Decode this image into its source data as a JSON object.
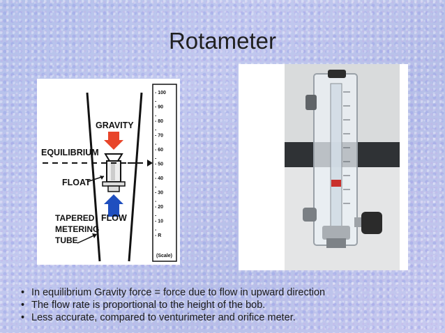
{
  "slide": {
    "title": "Rotameter",
    "bullets": [
      "In equilibrium Gravity force = force due to flow in upward direction",
      "The flow rate is proportional to the height of the bob.",
      "Less accurate, compared to venturimeter and orifice meter."
    ]
  },
  "diagram": {
    "labels": {
      "gravity": "GRAVITY",
      "equilibrium": "EQUILIBRIUM",
      "float": "FLOAT",
      "tapered": "TAPERED",
      "metering": "METERING",
      "tube": "TUBE",
      "flow": "FLOW"
    },
    "scale_ticks": [
      "- 100",
      "- 90",
      "- 80",
      "- 70",
      "- 60",
      "- 50",
      "- 40",
      "- 30",
      "- 20",
      "- 10",
      "- R"
    ],
    "scale_caption": "(Scale)",
    "colors": {
      "gravity_arrow": "#e8452a",
      "flow_arrow": "#1f4fbf"
    }
  },
  "photo": {
    "description_icon": "rotameter-photo"
  }
}
